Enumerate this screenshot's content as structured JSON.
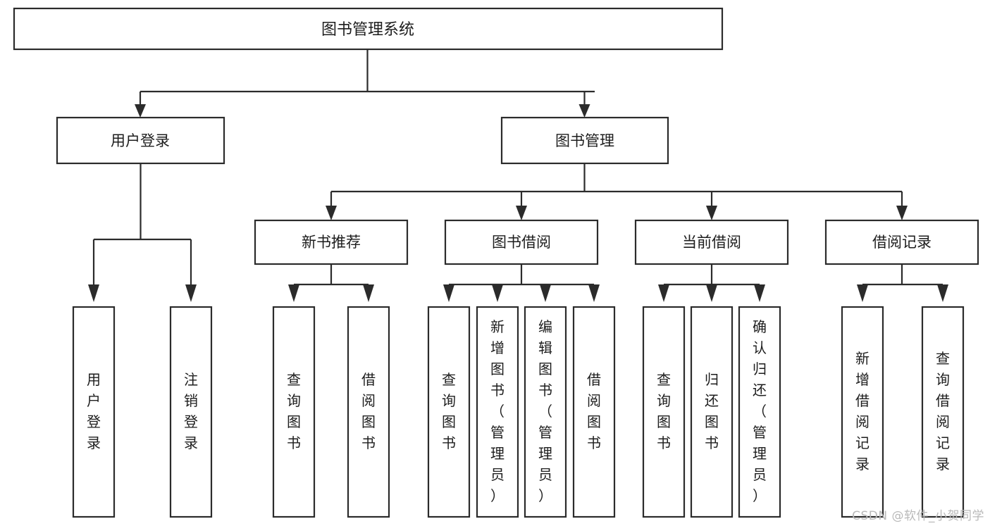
{
  "diagram": {
    "title": "图书管理系统",
    "type": "tree-hierarchy",
    "watermark": "CSDN @软件_小贺同学",
    "root": {
      "label": "图书管理系统"
    },
    "level2": [
      {
        "label": "用户登录"
      },
      {
        "label": "图书管理"
      }
    ],
    "level3": [
      {
        "label": "新书推荐"
      },
      {
        "label": "图书借阅"
      },
      {
        "label": "当前借阅"
      },
      {
        "label": "借阅记录"
      }
    ],
    "leaves": {
      "user_login": [
        {
          "label": "用户登录"
        },
        {
          "label": "注销登录"
        }
      ],
      "new_book_recommend": [
        {
          "label": "查询图书"
        },
        {
          "label": "借阅图书"
        }
      ],
      "book_borrow": [
        {
          "label": "查询图书"
        },
        {
          "label": "新增图书（管理员）"
        },
        {
          "label": "编辑图书（管理员）"
        },
        {
          "label": "借阅图书"
        }
      ],
      "current_borrow": [
        {
          "label": "查询图书"
        },
        {
          "label": "归还图书"
        },
        {
          "label": "确认归还（管理员）"
        }
      ],
      "borrow_record": [
        {
          "label": "新增借阅记录"
        },
        {
          "label": "查询借阅记录"
        }
      ]
    },
    "colors": {
      "stroke": "#2b2b2b",
      "fill": "#ffffff",
      "text": "#1d1d1d",
      "watermark": "#b9b9b9"
    }
  }
}
